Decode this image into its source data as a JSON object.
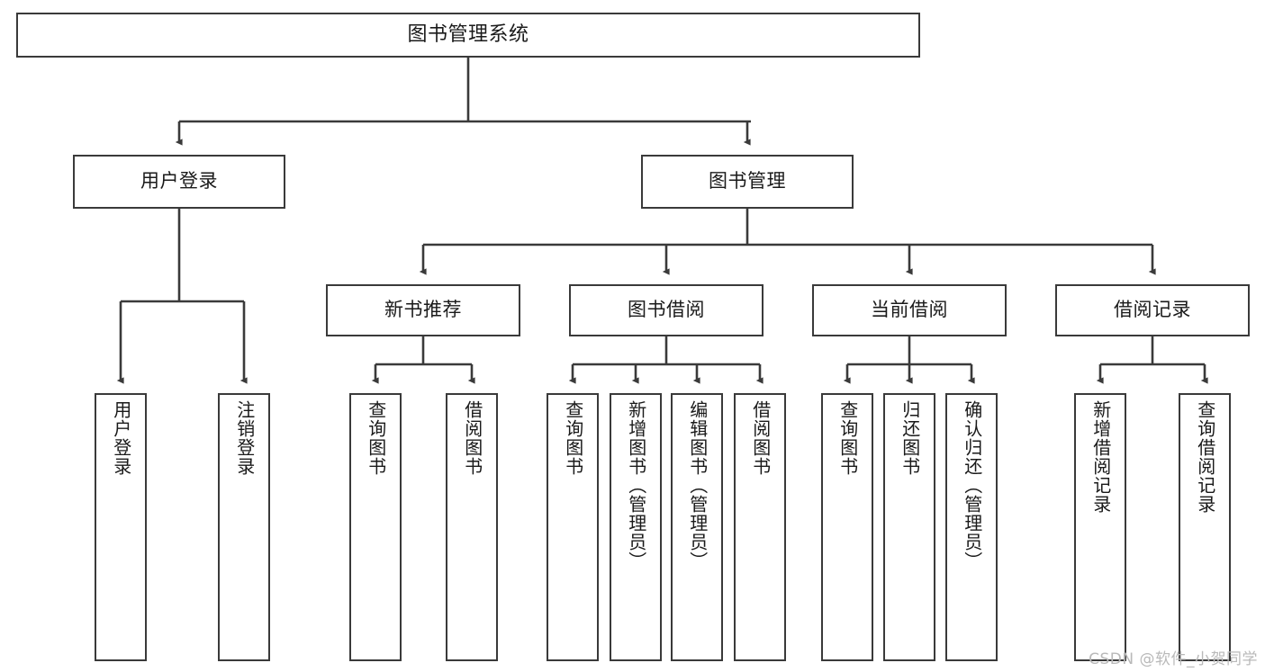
{
  "diagram": {
    "title": "图书管理系统",
    "type": "tree-hierarchy",
    "watermark": "CSDN @软件_小贺同学",
    "line_color": "#3a3a3a",
    "box_fill": "#ffffff",
    "text_color": "#1a1a1a",
    "watermark_color": "#b9b9b9"
  },
  "nodes": {
    "root": {
      "label": "图书管理系统"
    },
    "level2": [
      {
        "label": "用户登录"
      },
      {
        "label": "图书管理"
      }
    ],
    "level3": [
      {
        "label": "新书推荐"
      },
      {
        "label": "图书借阅"
      },
      {
        "label": "当前借阅"
      },
      {
        "label": "借阅记录"
      }
    ],
    "leaves": {
      "user_login": [
        {
          "label": "用户登录"
        },
        {
          "label": "注销登录"
        }
      ],
      "new_book_recommend": [
        {
          "label": "查询图书"
        },
        {
          "label": "借阅图书"
        }
      ],
      "book_borrow": [
        {
          "label": "查询图书"
        },
        {
          "label": "新增图书（管理员）"
        },
        {
          "label": "编辑图书（管理员）"
        },
        {
          "label": "借阅图书"
        }
      ],
      "current_borrow": [
        {
          "label": "查询图书"
        },
        {
          "label": "归还图书"
        },
        {
          "label": "确认归还（管理员）"
        }
      ],
      "borrow_record": [
        {
          "label": "新增借阅记录"
        },
        {
          "label": "查询借阅记录"
        }
      ]
    }
  }
}
